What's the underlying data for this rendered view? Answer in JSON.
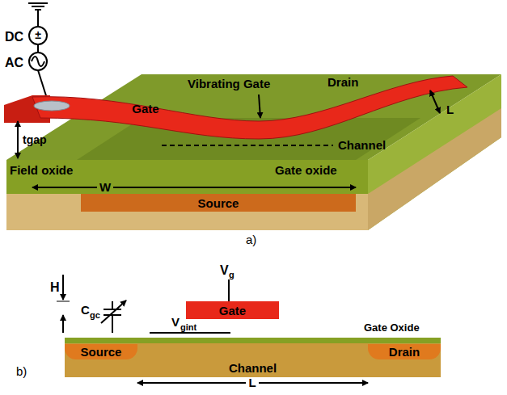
{
  "diagram": {
    "nodes": [
      {
        "text": [
          "Gate"
        ]
      },
      {
        "text": [
          "Source"
        ]
      },
      {
        "text": [
          "Gate"
        ]
      },
      {
        "text": [
          "Channel"
        ]
      },
      {
        "text": [
          "Source"
        ],
        "in": 3
      },
      {
        "text": [
          "Drain"
        ],
        "in": 3
      }
    ],
    "labels": [
      "DC",
      "±",
      "AC",
      "Vibrating Gate",
      "Drain",
      "L",
      "tgap",
      "Channel",
      "Field oxide",
      "W",
      "Gate oxide",
      "a)",
      "V",
      "g",
      "H",
      "C",
      "gc",
      "V",
      "gint",
      "Gate Oxide",
      "L",
      "b)"
    ]
  }
}
